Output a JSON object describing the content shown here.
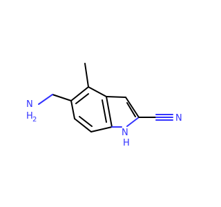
{
  "molecule": {
    "colors": {
      "bond": "#000000",
      "nitrogen": "#3232ff",
      "background": "#ffffff"
    },
    "labels": {
      "amine_n": "N",
      "amine_h": "H",
      "amine_h_count": "2",
      "ring_n": "N",
      "ring_h": "H",
      "nitrile_n": "N"
    }
  }
}
